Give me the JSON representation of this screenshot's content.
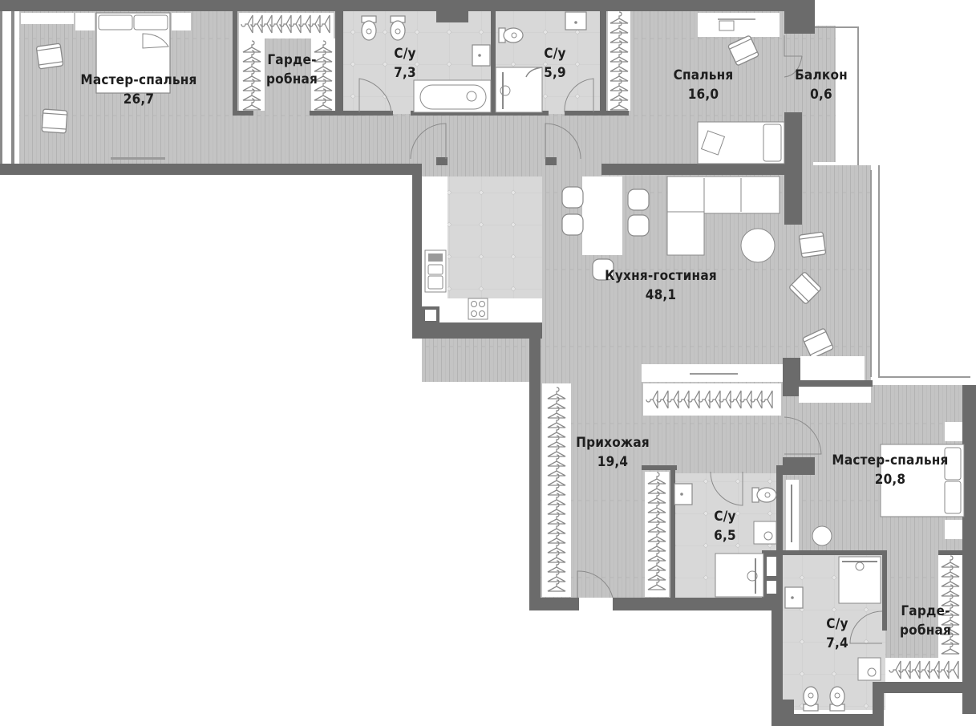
{
  "plan": {
    "colors": {
      "wall": "#6b6b6b",
      "floor_wood": "#c4c4c4",
      "floor_wood_line": "#b2b2b2",
      "floor_tile": "#d9d9d9",
      "furniture": "#ffffff",
      "furniture_stroke": "#8a8a8a",
      "text": "#1e1e1e",
      "background": "#ffffff"
    },
    "rooms": [
      {
        "id": "master-bedroom-1",
        "name": "Мастер-спальня",
        "area": "26,7"
      },
      {
        "id": "wardrobe-1",
        "name": "Гарде-\nробная",
        "name_line1": "Гарде-",
        "name_line2": "робная"
      },
      {
        "id": "bathroom-1",
        "name": "С/у",
        "area": "7,3"
      },
      {
        "id": "bathroom-2",
        "name": "С/у",
        "area": "5,9"
      },
      {
        "id": "bedroom",
        "name": "Спальня",
        "area": "16,0"
      },
      {
        "id": "balcony",
        "name": "Балкон",
        "area": "0,6"
      },
      {
        "id": "kitchen-living",
        "name": "Кухня-гостиная",
        "area": "48,1"
      },
      {
        "id": "hallway",
        "name": "Прихожая",
        "area": "19,4"
      },
      {
        "id": "master-bedroom-2",
        "name": "Мастер-спальня",
        "area": "20,8"
      },
      {
        "id": "bathroom-3",
        "name": "С/у",
        "area": "6,5"
      },
      {
        "id": "bathroom-4",
        "name": "С/у",
        "area": "7,4"
      },
      {
        "id": "wardrobe-2",
        "name_line1": "Гарде-",
        "name_line2": "робная"
      }
    ]
  }
}
